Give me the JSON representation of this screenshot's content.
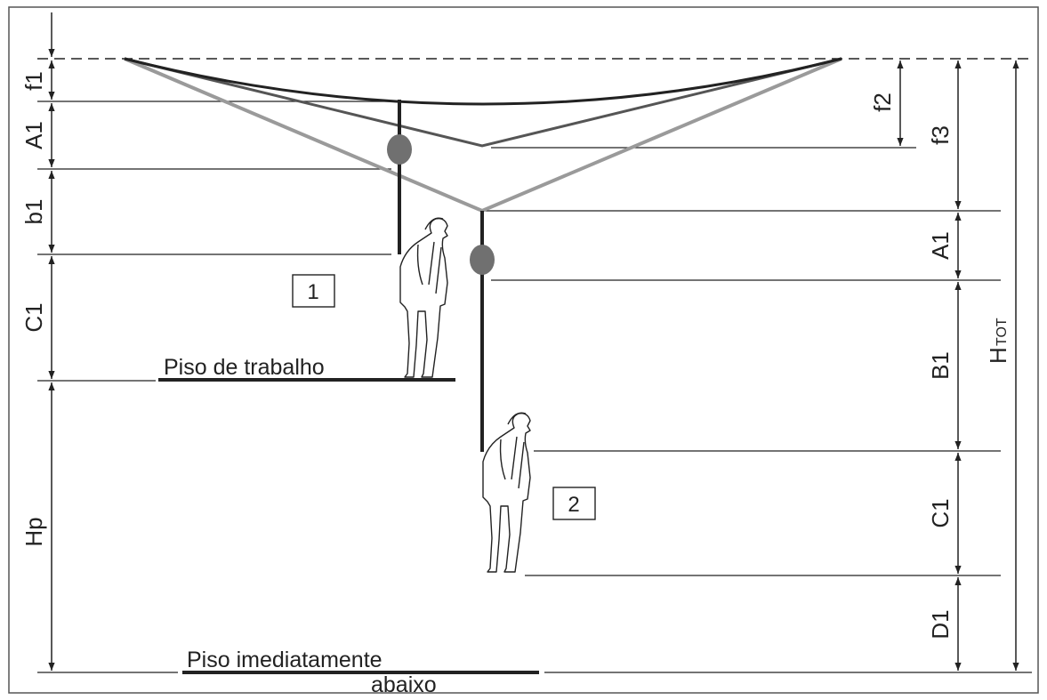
{
  "labels": {
    "left": {
      "f1": "f1",
      "A1": "A1",
      "b1": "b1",
      "C1": "C1",
      "Hp": "Hp"
    },
    "right": {
      "f2": "f2",
      "f3": "f3",
      "A1": "A1",
      "B1": "B1",
      "C1": "C1",
      "D1": "D1",
      "H": "H",
      "tot": "TOT"
    }
  },
  "captions": {
    "work_floor": "Piso de trabalho",
    "floor_below_line1": "Piso imediatamente",
    "floor_below_line2": "abaixo"
  },
  "markers": {
    "worker1": "1",
    "worker2": "2"
  },
  "colors": {
    "line": "#222222",
    "cable_grey": "#9a9a9a",
    "cable_dark": "#555555",
    "anchor": "#707070"
  }
}
